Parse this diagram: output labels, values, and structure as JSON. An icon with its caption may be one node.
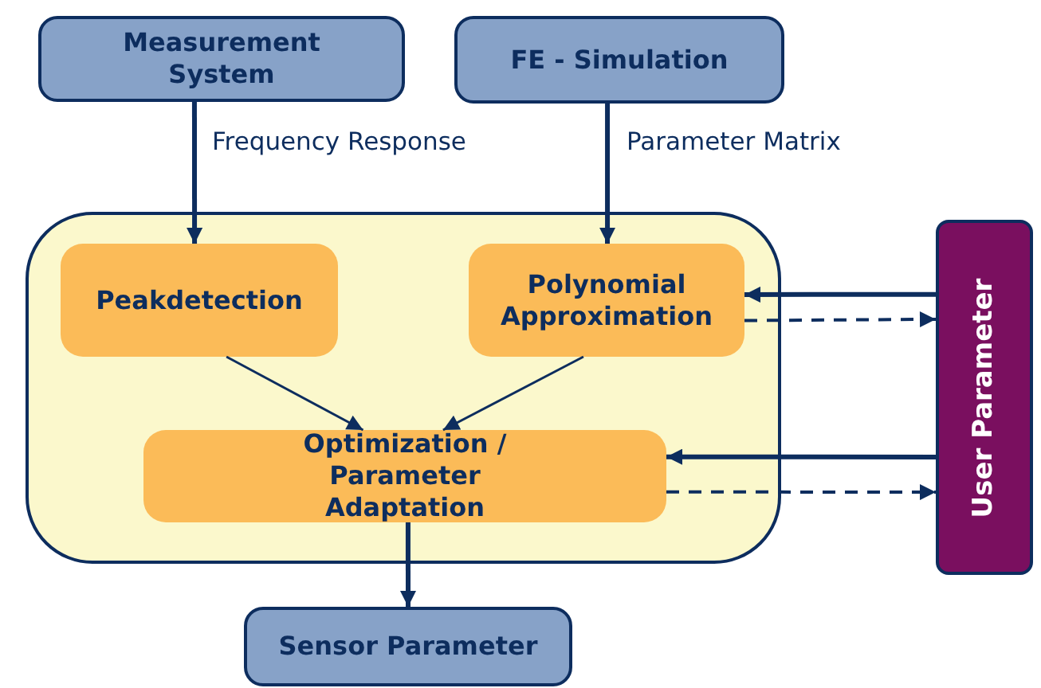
{
  "diagram": {
    "nodes": [
      {
        "text": [
          "Measurement System"
        ]
      },
      {
        "text": [
          "FE - Simulation"
        ]
      },
      {
        "text": [],
        "shape": "box"
      },
      {
        "text": [
          "Peakdetection"
        ],
        "in": 2
      },
      {
        "text": [
          "Polynomial Approximation"
        ],
        "in": 2
      },
      {
        "text": [
          "Optimization / Parameter Adaptation"
        ],
        "in": 2
      },
      {
        "text": [
          "User Parameter"
        ]
      },
      {
        "text": [
          "Sensor Parameter"
        ]
      }
    ],
    "edges": [
      {
        "from": 0,
        "to": 3,
        "arrow": "to",
        "label": "Frequency Response"
      },
      {
        "from": 1,
        "to": 4,
        "arrow": "to",
        "label": "Parameter Matrix"
      },
      {
        "from": 3,
        "to": 5,
        "arrow": "to"
      },
      {
        "from": 4,
        "to": 5,
        "arrow": "to"
      },
      {
        "from": 6,
        "to": 4,
        "arrow": "to"
      },
      {
        "from": 4,
        "to": 6,
        "arrow": "to",
        "style": "dashed"
      },
      {
        "from": 6,
        "to": 5,
        "arrow": "to"
      },
      {
        "from": 5,
        "to": 6,
        "arrow": "to",
        "style": "dashed"
      },
      {
        "from": 5,
        "to": 7,
        "arrow": "to"
      }
    ]
  }
}
